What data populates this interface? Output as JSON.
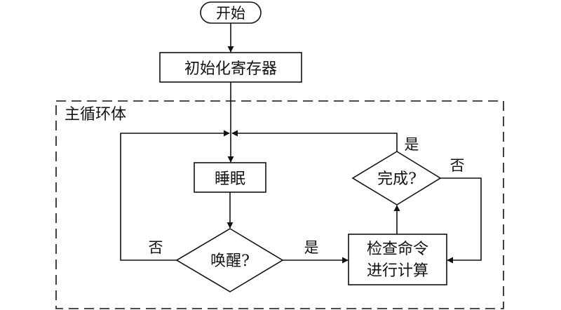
{
  "nodes": {
    "start": "开始",
    "init": "初始化寄存器",
    "sleep": "睡眠",
    "wake": "唤醒?",
    "check_line1": "检查命令",
    "check_line2": "进行计算",
    "done": "完成?"
  },
  "edges": {
    "wake_yes": "是",
    "wake_no": "否",
    "done_yes": "是",
    "done_no": "否"
  },
  "group": {
    "main_loop": "主循环体"
  },
  "colors": {
    "stroke": "#111111",
    "background": "#ffffff"
  }
}
